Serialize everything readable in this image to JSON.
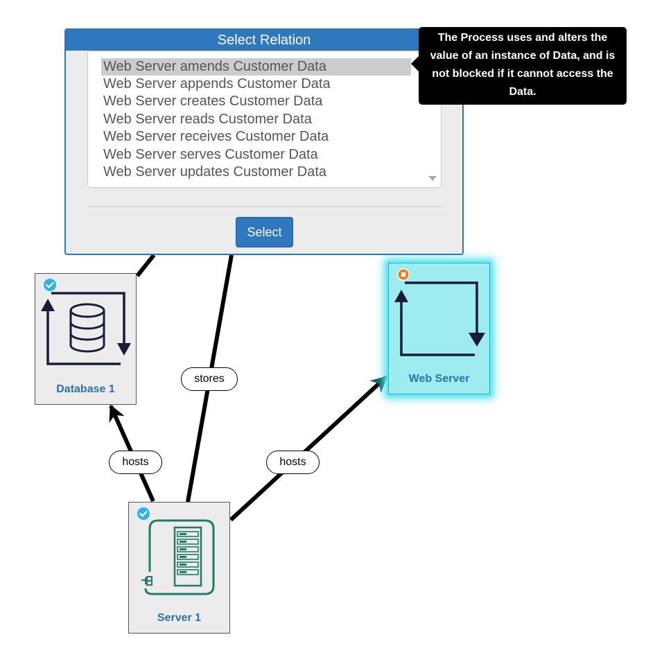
{
  "dialog": {
    "title": "Select Relation",
    "options": [
      "Web Server amends Customer Data",
      "Web Server appends Customer Data",
      "Web Server creates Customer Data",
      "Web Server reads Customer Data",
      "Web Server receives Customer Data",
      "Web Server serves Customer Data",
      "Web Server updates Customer Data"
    ],
    "selected_index": 0,
    "select_button_label": "Select"
  },
  "tooltip": {
    "text": "The Process uses and alters the value of an instance of Data, and is not blocked if it cannot access the Data."
  },
  "nodes": {
    "database": {
      "label": "Database 1",
      "status": "check-icon"
    },
    "web_server": {
      "label": "Web Server",
      "status": "stop-icon"
    },
    "server": {
      "label": "Server 1",
      "status": "check-icon"
    }
  },
  "edges": {
    "stores": "stores",
    "hosts_database": "hosts",
    "hosts_web_server": "hosts"
  },
  "colors": {
    "accent": "#2f78bd",
    "highlight": "#9eecef",
    "check": "#2bb5e6",
    "stop": "#f07a1a",
    "server_icon": "#1f7a66",
    "navy": "#1a1a3a"
  }
}
